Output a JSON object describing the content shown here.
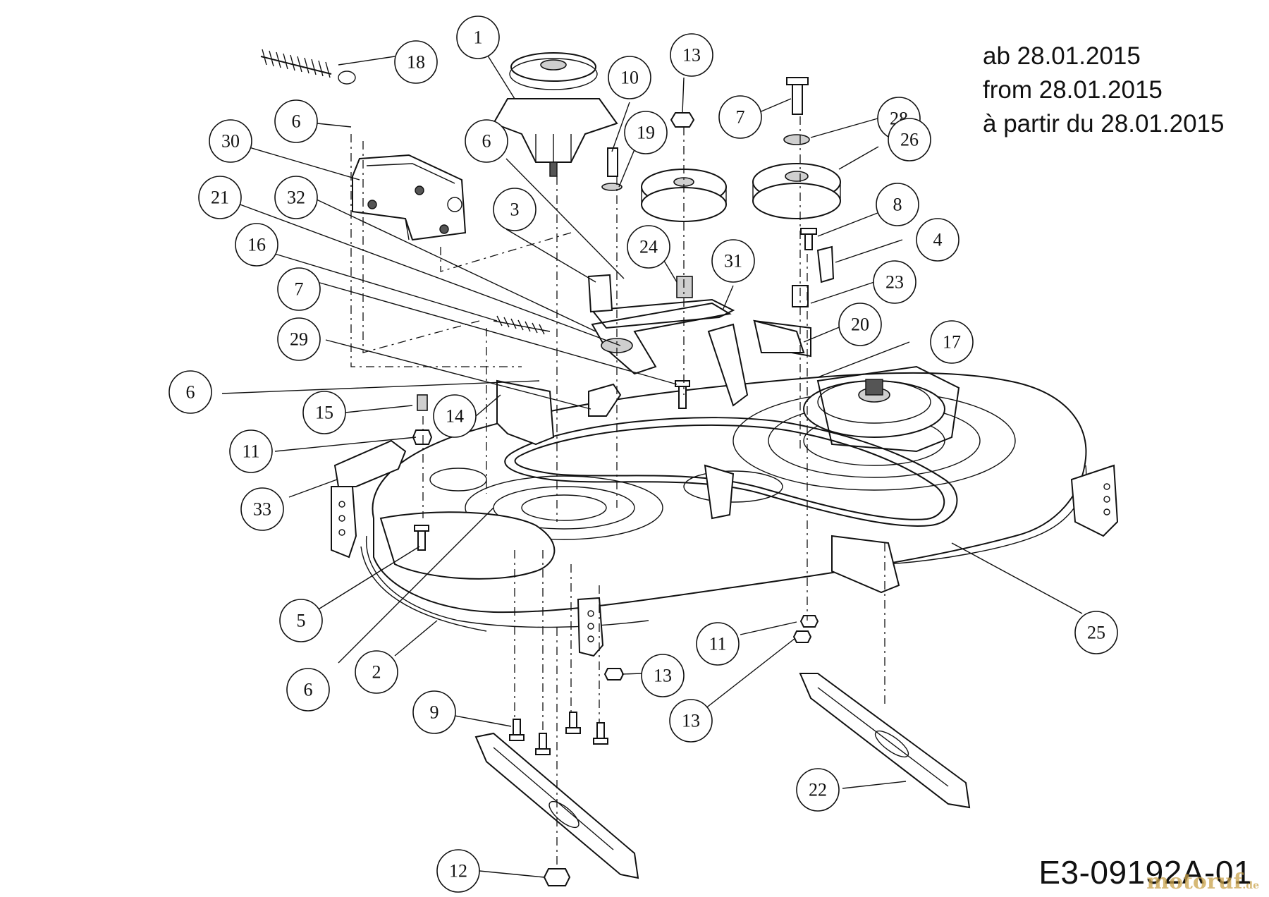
{
  "note": {
    "lines": [
      "ab 28.01.2015",
      "from 28.01.2015",
      "à partir du 28.01.2015"
    ]
  },
  "diagram_code": "E3-09192A-01",
  "watermark": "motoruf",
  "watermark_suffix": ".de",
  "callouts": [
    {
      "id": "c18",
      "label": "18"
    },
    {
      "id": "c1",
      "label": "1"
    },
    {
      "id": "c6a",
      "label": "6"
    },
    {
      "id": "c30",
      "label": "30"
    },
    {
      "id": "c21",
      "label": "21"
    },
    {
      "id": "c32",
      "label": "32"
    },
    {
      "id": "c16",
      "label": "16"
    },
    {
      "id": "c7a",
      "label": "7"
    },
    {
      "id": "c29",
      "label": "29"
    },
    {
      "id": "c6b",
      "label": "6"
    },
    {
      "id": "c15",
      "label": "15"
    },
    {
      "id": "c14",
      "label": "14"
    },
    {
      "id": "c11a",
      "label": "11"
    },
    {
      "id": "c33",
      "label": "33"
    },
    {
      "id": "c10",
      "label": "10"
    },
    {
      "id": "c13a",
      "label": "13"
    },
    {
      "id": "c19",
      "label": "19"
    },
    {
      "id": "c6c",
      "label": "6"
    },
    {
      "id": "c3",
      "label": "3"
    },
    {
      "id": "c24",
      "label": "24"
    },
    {
      "id": "c31",
      "label": "31"
    },
    {
      "id": "c7b",
      "label": "7"
    },
    {
      "id": "c28",
      "label": "28"
    },
    {
      "id": "c26",
      "label": "26"
    },
    {
      "id": "c8",
      "label": "8"
    },
    {
      "id": "c4",
      "label": "4"
    },
    {
      "id": "c23",
      "label": "23"
    },
    {
      "id": "c20",
      "label": "20"
    },
    {
      "id": "c17",
      "label": "17"
    },
    {
      "id": "c25",
      "label": "25"
    },
    {
      "id": "c5",
      "label": "5"
    },
    {
      "id": "c6d",
      "label": "6"
    },
    {
      "id": "c2",
      "label": "2"
    },
    {
      "id": "c11b",
      "label": "11"
    },
    {
      "id": "c13b",
      "label": "13"
    },
    {
      "id": "c13c",
      "label": "13"
    },
    {
      "id": "c9",
      "label": "9"
    },
    {
      "id": "c22",
      "label": "22"
    },
    {
      "id": "c12",
      "label": "12"
    }
  ]
}
